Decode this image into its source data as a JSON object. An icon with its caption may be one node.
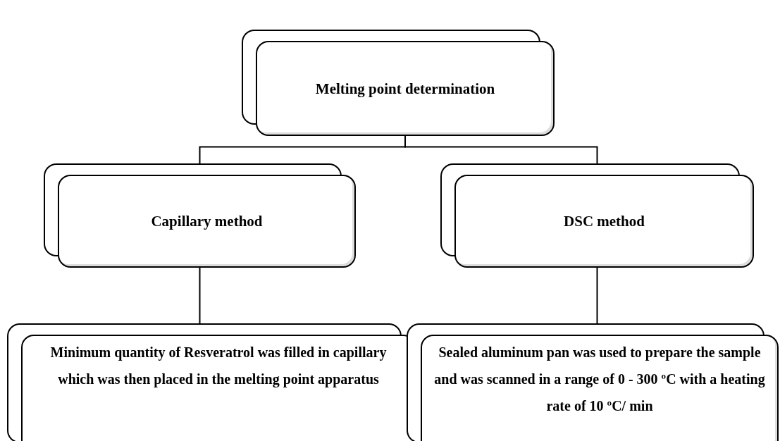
{
  "diagram": {
    "nodes": [
      {
        "text": [
          "Melting point determination"
        ]
      },
      {
        "text": [
          "Capillary method"
        ]
      },
      {
        "text": [
          "DSC method"
        ]
      },
      {
        "text": [
          "Minimum quantity of Resveratrol was filled in capillary which was then placed in the melting point apparatus"
        ]
      },
      {
        "text": [
          "Sealed aluminum pan was used to prepare the sample and was scanned in a range of 0 - 300 ºC with a heating rate of 10 ºC/ min"
        ]
      }
    ],
    "edges": [
      {
        "from": 0,
        "to": 1,
        "arrow": "none"
      },
      {
        "from": 0,
        "to": 2,
        "arrow": "none"
      },
      {
        "from": 1,
        "to": 3,
        "arrow": "none"
      },
      {
        "from": 2,
        "to": 4,
        "arrow": "none"
      }
    ]
  }
}
